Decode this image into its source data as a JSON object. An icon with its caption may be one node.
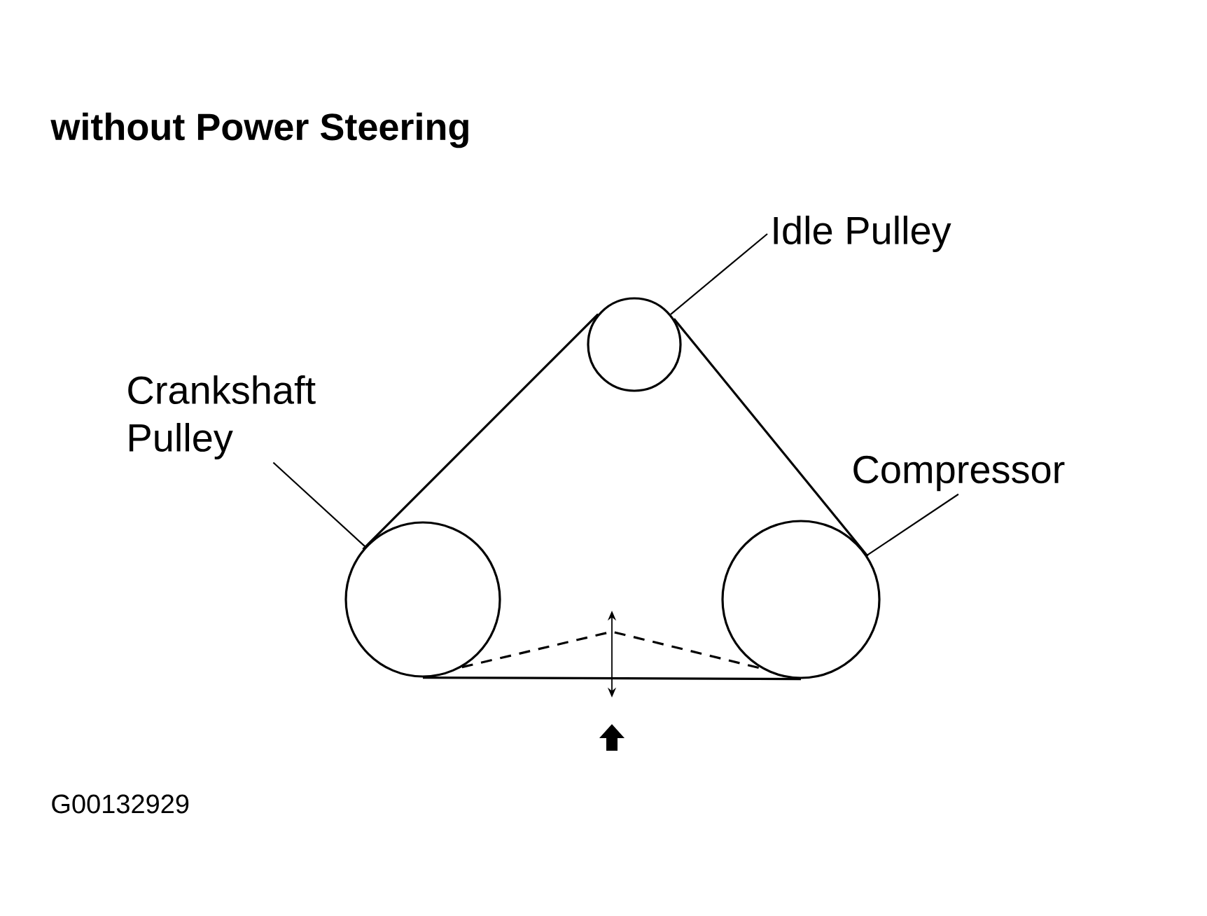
{
  "diagram": {
    "title": "without Power Steering",
    "nodes": [
      {
        "text": [
          "Idle Pulley"
        ]
      },
      {
        "text": [
          "Crankshaft Pulley"
        ]
      },
      {
        "text": [
          "Compressor"
        ]
      },
      {
        "text": [],
        "shape": "circle"
      },
      {
        "text": [],
        "shape": "circle"
      },
      {
        "text": [],
        "shape": "circle"
      }
    ],
    "edges": [
      {
        "from": 0,
        "to": 3,
        "arrow": "none"
      },
      {
        "from": 1,
        "to": 4,
        "arrow": "none"
      },
      {
        "from": 2,
        "to": 5,
        "arrow": "none"
      },
      {
        "from": 4,
        "to": 3,
        "arrow": "none"
      },
      {
        "from": 3,
        "to": 5,
        "arrow": "none"
      },
      {
        "from": 4,
        "to": 5,
        "arrow": "none"
      },
      {
        "from": 4,
        "to": 5,
        "arrow": "none",
        "style": "dashed"
      }
    ],
    "labels": [
      "G00132929"
    ]
  }
}
